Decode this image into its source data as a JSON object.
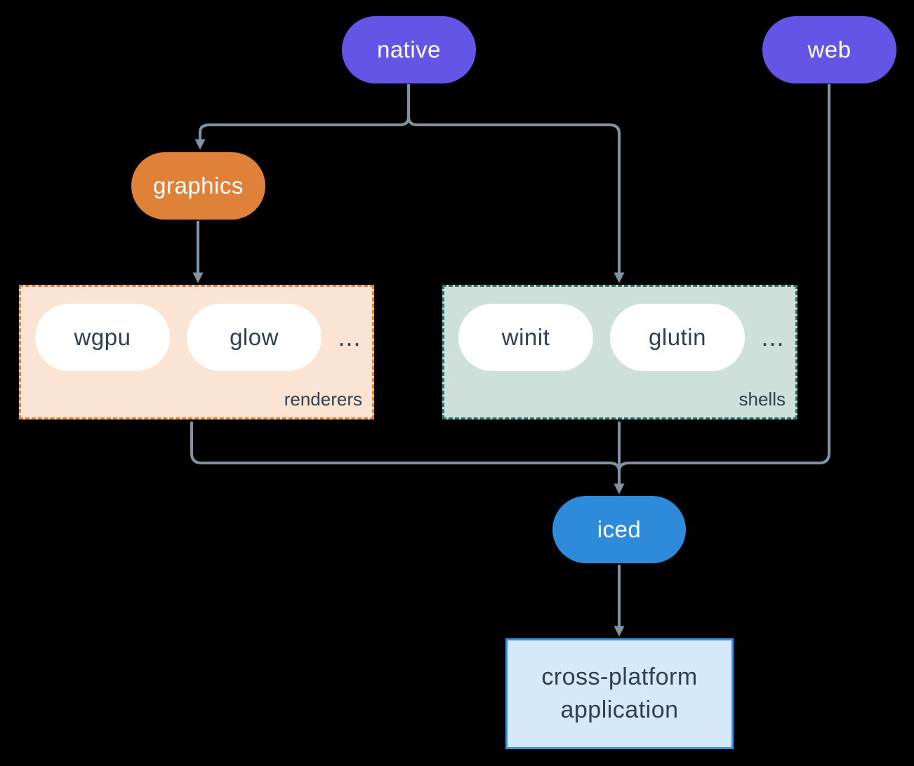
{
  "nodes": {
    "native": "native",
    "web": "web",
    "graphics": "graphics",
    "iced": "iced"
  },
  "groups": {
    "renderers": {
      "label": "renderers",
      "items": [
        "wgpu",
        "glow"
      ],
      "more": "..."
    },
    "shells": {
      "label": "shells",
      "items": [
        "winit",
        "glutin"
      ],
      "more": "..."
    }
  },
  "application": {
    "lines": [
      "cross-platform",
      "application"
    ]
  },
  "colors": {
    "background": "#000000",
    "purple": "#6555e6",
    "orange": "#e0813a",
    "renderers_bg": "#fbe4d3",
    "renderers_border": "#e0813a",
    "shells_bg": "#cee0da",
    "shells_border": "#2c7568",
    "blue": "#2e8bdb",
    "app_bg": "#d6e9f8",
    "app_border": "#3c8fe2",
    "text_light": "#ffffff",
    "text_dark": "#2f4050",
    "connector": "#8093a3"
  }
}
